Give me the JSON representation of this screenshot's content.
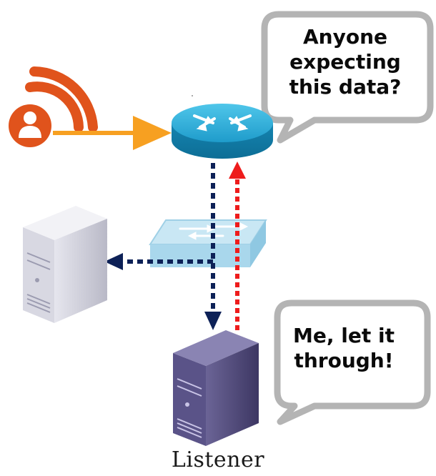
{
  "bubbles": {
    "router": {
      "lines": [
        "Anyone",
        "expecting",
        "this data?"
      ]
    },
    "listener": {
      "lines": [
        "Me, let it",
        "through!"
      ]
    }
  },
  "labels": {
    "listener": "Listener"
  },
  "icons": {
    "sender": "broadcasting-user-icon",
    "router": "router-icon",
    "switch": "network-switch-icon",
    "other_server": "server-tower-icon",
    "listener_server": "server-tower-icon"
  },
  "colors": {
    "sender_orange": "#e0531c",
    "flow_orange": "#f7a021",
    "router_blue": "#1a9bc9",
    "query_navy": "#0d2157",
    "reply_red": "#ee1c1c",
    "bubble_border": "#b4b4b4",
    "listener_purple": "#4c4577",
    "other_server_gray": "#c9c9d6"
  }
}
